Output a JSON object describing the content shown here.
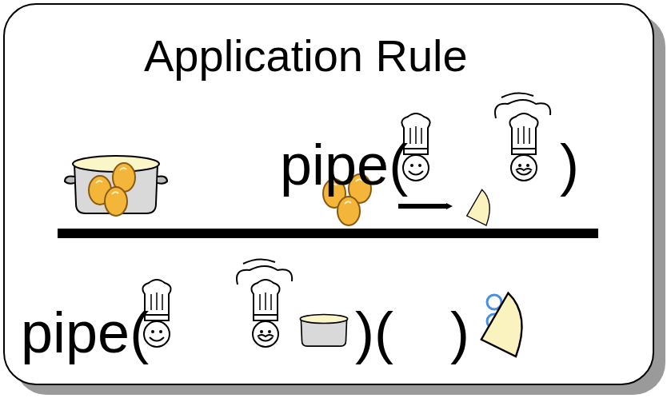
{
  "diagram": {
    "title": "Application Rule",
    "labels": [
      "pipe(",
      ")",
      "pipe(",
      ")(",
      ")"
    ]
  }
}
